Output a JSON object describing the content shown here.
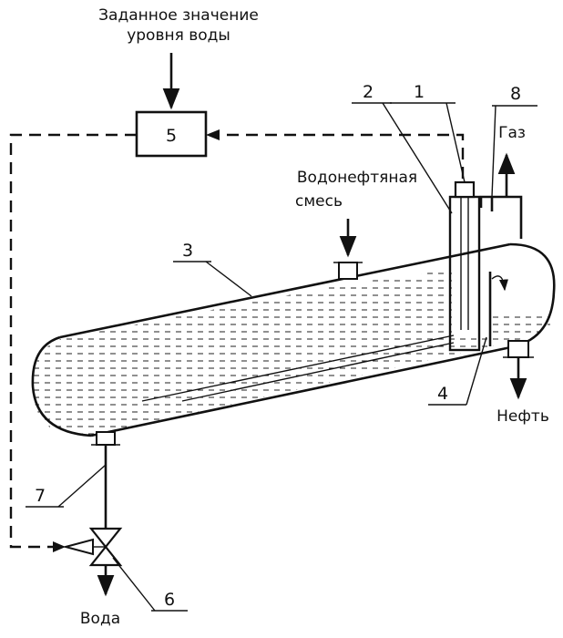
{
  "labels": {
    "setpoint_line1": "Заданное значение",
    "setpoint_line2": "уровня воды",
    "mixture_line1": "Водонефтяная",
    "mixture_line2": "смесь",
    "gas": "Газ",
    "oil": "Нефть",
    "water": "Вода"
  },
  "numbers": {
    "n1": "1",
    "n2": "2",
    "n3": "3",
    "n4": "4",
    "n5": "5",
    "n6": "6",
    "n7": "7",
    "n8": "8"
  }
}
